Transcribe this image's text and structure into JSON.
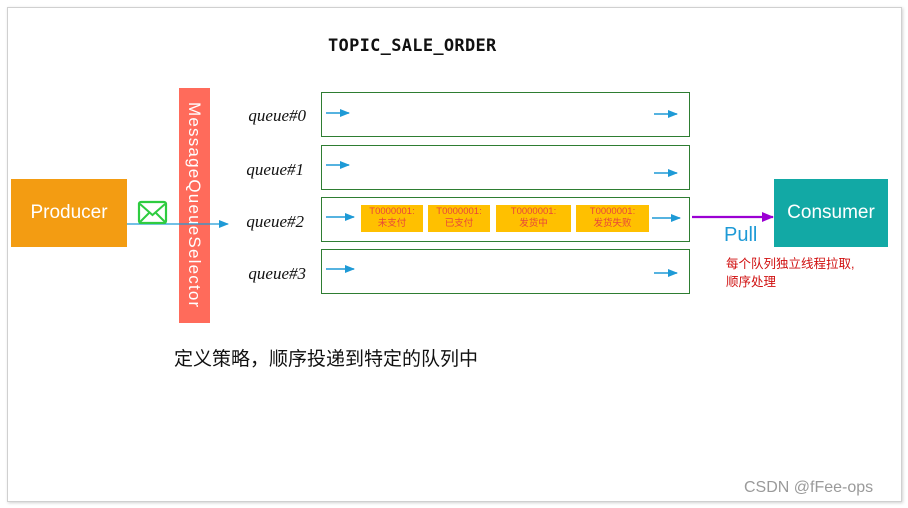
{
  "title": "TOPIC_SALE_ORDER",
  "producer": {
    "label": "Producer"
  },
  "consumer": {
    "label": "Consumer"
  },
  "selector": {
    "label": "MessageQueueSelector"
  },
  "queues": [
    {
      "label": "queue#0"
    },
    {
      "label": "queue#1"
    },
    {
      "label": "queue#2"
    },
    {
      "label": "queue#3"
    }
  ],
  "messages": [
    {
      "id": "T0000001:",
      "status": "未支付"
    },
    {
      "id": "T0000001:",
      "status": "已支付"
    },
    {
      "id": "T0000001:",
      "status": "发货中"
    },
    {
      "id": "T0000001:",
      "status": "发货失败"
    }
  ],
  "pull": {
    "label": "Pull"
  },
  "note": {
    "line1": "每个队列独立线程拉取,",
    "line2": "顺序处理"
  },
  "caption": "定义策略，顺序投递到特定的队列中",
  "watermark": "CSDN @fFee-ops",
  "colors": {
    "producer": "#f39c12",
    "consumer": "#12a9a5",
    "selector": "#ff6b5b",
    "queue_border": "#2e7d32",
    "message_bg": "#ffc000",
    "message_text": "#e8463a",
    "arrow_blue": "#1e9ad6",
    "pull_arrow": "#9b00d3",
    "envelope": "#2ecc40",
    "note_text": "#d01010"
  }
}
